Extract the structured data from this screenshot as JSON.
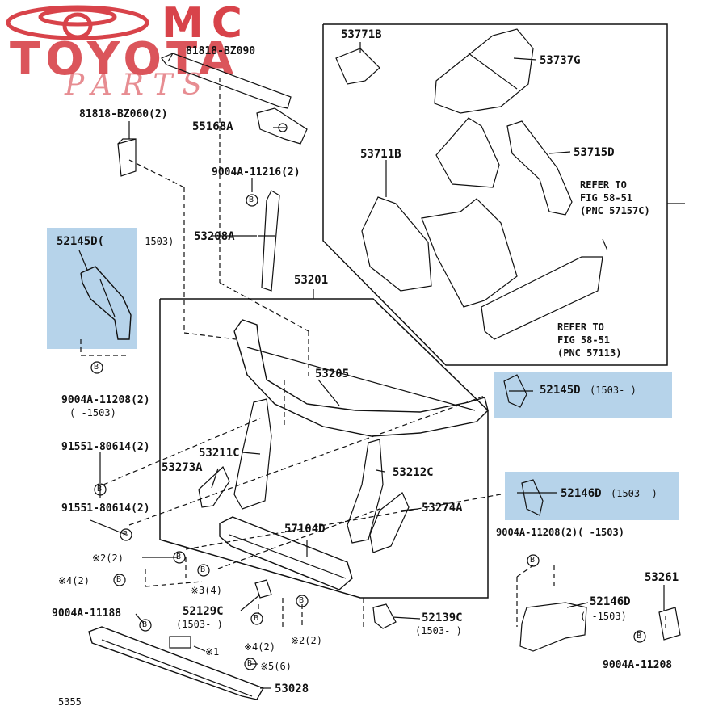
{
  "watermark": {
    "brand_line1": "MC",
    "brand_line2": "TOYOTA",
    "brand_line3": "PARTS"
  },
  "labels": {
    "p81818_bz090": "81818-BZ090",
    "p81818_bz060": "81818-BZ060(2)",
    "p55168a": "55168A",
    "p9004a_11216": "9004A-11216(2)",
    "p53208a": "53208A",
    "p52145d_left": "52145D(",
    "p52145d_left_range": "-1503)",
    "p9004a_11208_left": "9004A-11208(2)",
    "p9004a_11208_left_range": "(    -1503)",
    "p91551_a": "91551-80614(2)",
    "p91551_b": "91551-80614(2)",
    "note2": "※2(2)",
    "note4": "※4(2)",
    "p9004a_11188": "9004A-11188",
    "p53771b": "53771B",
    "p53737g": "53737G",
    "p53711b": "53711B",
    "p53715d": "53715D",
    "refer1_a": "REFER TO",
    "refer1_b": "FIG 58-51",
    "refer1_c": "(PNC 57157C)",
    "refer2_a": "REFER TO",
    "refer2_b": "FIG 58-51",
    "refer2_c": "(PNC 57113)",
    "p53201": "53201",
    "p53205": "53205",
    "p53211c": "53211C",
    "p53273a": "53273A",
    "p53212c": "53212C",
    "p53274a": "53274A",
    "p57104d": "57104D",
    "note3": "※3(4)",
    "p52129c": "52129C",
    "p52129c_range": "(1503-     )",
    "note4b": "※4(2)",
    "note2b": "※2(2)",
    "p52139c": "52139C",
    "p52139c_range": "(1503-     )",
    "note1": "※1",
    "note5": "※5(6)",
    "p53028": "53028",
    "p52145d_right": "52145D",
    "p52145d_right_range": "(1503-     )",
    "p52146d_right": "52146D",
    "p52146d_right_range": "(1503-     )",
    "p9004a_11208_right": "9004A-11208(2)(     -1503)",
    "p52146d_low": "52146D",
    "p52146d_low_range": "(     -1503)",
    "p53261": "53261",
    "p9004a_11208_low": "9004A-11208",
    "bolt": "B",
    "diagram_no": "5355"
  },
  "colors": {
    "brand_red": "#d8434a",
    "highlight_blue": "#a9cbe6",
    "line": "#111111"
  }
}
